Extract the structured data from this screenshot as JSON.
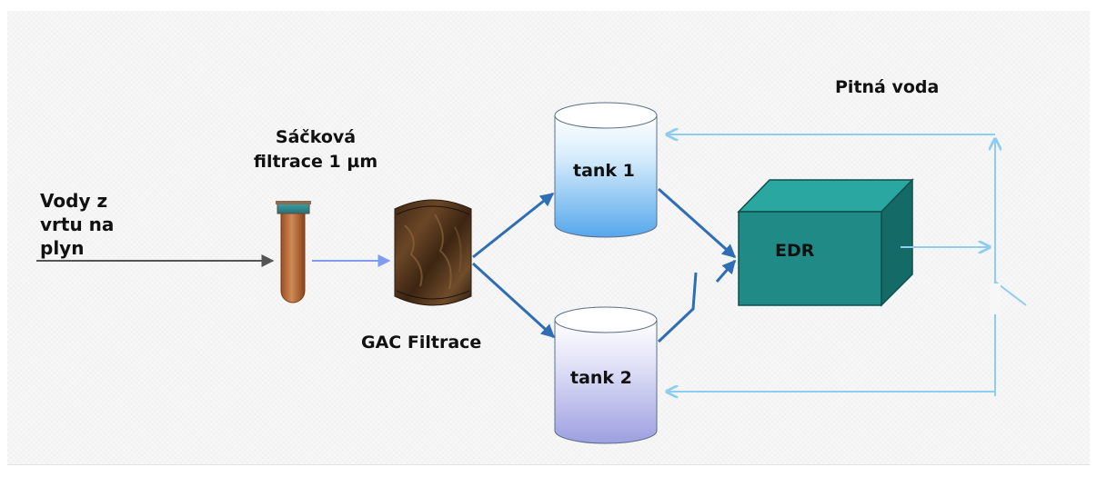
{
  "labels": {
    "source": "Vody z\nvrtu na\nplyn",
    "bag_filter": "Sáčková\nfiltrace 1 µm",
    "gac": "GAC Filtrace",
    "tank1": "tank 1",
    "tank2": "tank 2",
    "edr": "EDR",
    "drinking_water": "Pitná voda"
  },
  "colors": {
    "inlet_arrow": "#555555",
    "filtered_arrow": "#7f9cf0",
    "tank_flow": "#2f6db5",
    "treated_flow": "#8ecdf2",
    "edr_front": "#1f8a86",
    "edr_top": "#2aa7a1",
    "edr_side": "#136a66",
    "bag_body": "#b0602e",
    "gac_body": "#5a3a20"
  }
}
